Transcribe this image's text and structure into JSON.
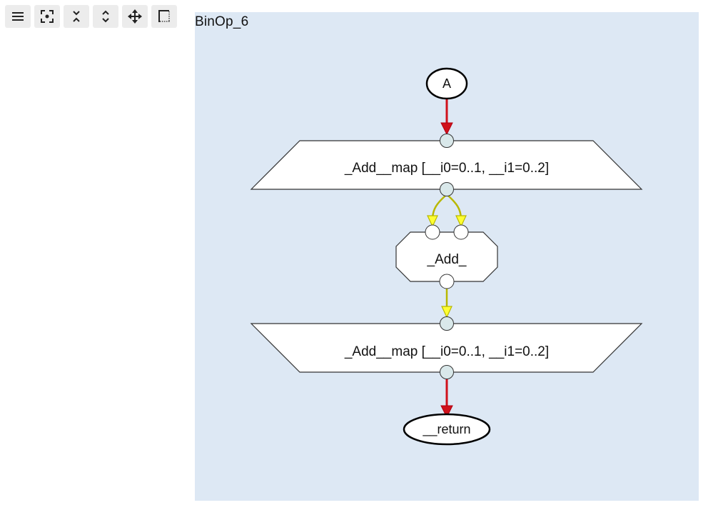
{
  "toolbar": {
    "buttons": [
      {
        "name": "menu-icon"
      },
      {
        "name": "zoom-to-fit-icon"
      },
      {
        "name": "collapse-all-icon"
      },
      {
        "name": "expand-all-icon"
      },
      {
        "name": "move-mode-icon"
      },
      {
        "name": "box-select-icon"
      }
    ]
  },
  "state": {
    "label": "BinOp_6"
  },
  "nodes": {
    "access_a": "A",
    "map_entry": "_Add__map [__i0=0..1, __i1=0..2]",
    "tasklet": "_Add_",
    "map_exit": "_Add__map [__i0=0..1, __i1=0..2]",
    "access_return": "__return"
  },
  "colors": {
    "panel_bg": "#dde8f4",
    "memlet_red": "#d0111b",
    "memlet_yellow": "#c8c800",
    "arrow_yellow_fill": "#ffff33",
    "connector_fill": "#d9e8ea",
    "node_fill": "#ffffff",
    "node_stroke": "#000000"
  }
}
